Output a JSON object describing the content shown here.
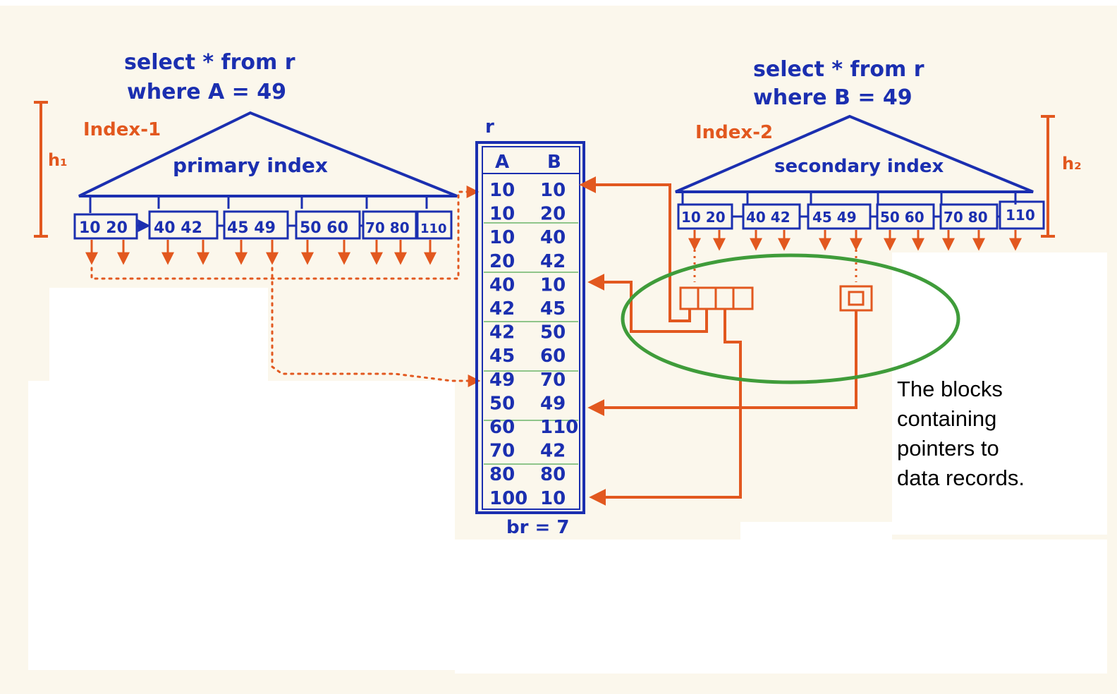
{
  "left_query": {
    "line1": "select * from r",
    "line2": "where A = 49"
  },
  "right_query": {
    "line1": "select * from r",
    "line2": "where B = 49"
  },
  "left_index": {
    "label": "Index-1",
    "tree_label": "primary index",
    "height_label": "h₁",
    "leaves": [
      "10 20",
      "40 42",
      "45 49",
      "50 60",
      "70 80",
      "110"
    ]
  },
  "right_index": {
    "label": "Index-2",
    "tree_label": "secondary index",
    "height_label": "h₂",
    "leaves": [
      "10 20",
      "40 42",
      "45 49",
      "50 60",
      "70 80",
      "110"
    ]
  },
  "relation": {
    "name": "r",
    "columns": [
      "A",
      "B"
    ],
    "rows": [
      [
        "10",
        "10"
      ],
      [
        "10",
        "20"
      ],
      [
        "10",
        "40"
      ],
      [
        "20",
        "42"
      ],
      [
        "40",
        "10"
      ],
      [
        "42",
        "45"
      ],
      [
        "42",
        "50"
      ],
      [
        "45",
        "60"
      ],
      [
        "49",
        "70"
      ],
      [
        "50",
        "49"
      ],
      [
        "60",
        "110"
      ],
      [
        "70",
        "42"
      ],
      [
        "80",
        "80"
      ],
      [
        "100",
        "10"
      ]
    ],
    "blocks_label": "br = 7"
  },
  "caption": [
    "The blocks",
    "containing",
    "pointers to",
    "data records."
  ],
  "colors": {
    "ink_blue": "#1b2fb0",
    "ink_orange": "#e2581f",
    "ink_green": "#3f9c3a",
    "grid_green": "#8fc58a"
  }
}
